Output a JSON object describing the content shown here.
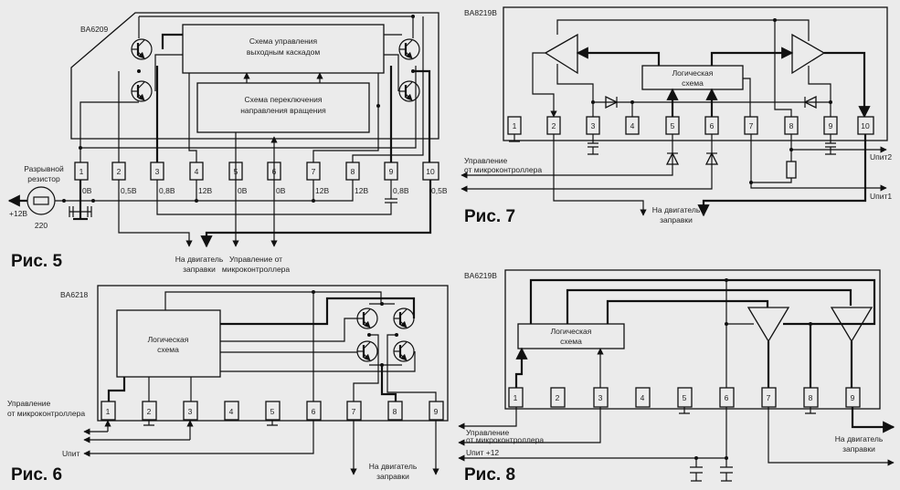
{
  "fig5": {
    "chip": "BA6209",
    "block_output": [
      "Схема управления",
      "выходным каскадом"
    ],
    "block_switch": [
      "Схема переключения",
      "направления вращения"
    ],
    "pins": [
      "1",
      "2",
      "3",
      "4",
      "5",
      "6",
      "7",
      "8",
      "9",
      "10"
    ],
    "voltages": [
      "0В",
      "0,5В",
      "0,8В",
      "12В",
      "0В",
      "0В",
      "12В",
      "12В",
      "0,8В",
      "0,5В"
    ],
    "fuse_label": [
      "Разрывной",
      "резистор"
    ],
    "fuse_value": "220",
    "supply": "+12В",
    "motor_label": [
      "На двигатель",
      "заправки"
    ],
    "mcu_label": [
      "Управление от",
      "микроконтроллера"
    ],
    "caption": "Рис. 5"
  },
  "fig7": {
    "chip": "BA8219B",
    "logic": [
      "Логическая",
      "схема"
    ],
    "pins": [
      "1",
      "2",
      "3",
      "4",
      "5",
      "6",
      "7",
      "8",
      "9",
      "10"
    ],
    "mcu_label": [
      "Управление",
      "от микроконтроллера"
    ],
    "supply2": "Uпит2",
    "supply1": "Uпит1",
    "motor_label": [
      "На двигатель",
      "заправки"
    ],
    "caption": "Рис. 7"
  },
  "fig6": {
    "chip": "BA6218",
    "logic": [
      "Логическая",
      "схема"
    ],
    "pins": [
      "1",
      "2",
      "3",
      "4",
      "5",
      "6",
      "7",
      "8",
      "9"
    ],
    "mcu_label": [
      "Управление",
      "от микроконтроллера"
    ],
    "supply": "Uпит",
    "motor_label": [
      "На двигатель",
      "заправки"
    ],
    "caption": "Рис. 6"
  },
  "fig8": {
    "chip": "BA6219B",
    "logic": [
      "Логическая",
      "схема"
    ],
    "pins": [
      "1",
      "2",
      "3",
      "4",
      "5",
      "6",
      "7",
      "8",
      "9"
    ],
    "mcu_label": [
      "Управление",
      "от микроконтроллера"
    ],
    "supply": "Uпит +12",
    "motor_label": [
      "На двигатель",
      "заправки"
    ],
    "caption": "Рис. 8"
  }
}
